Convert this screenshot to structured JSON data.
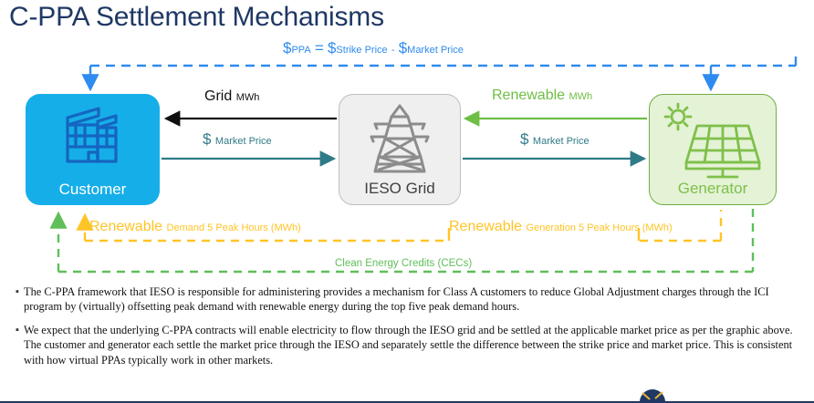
{
  "slide": {
    "title": "C-PPA Settlement Mechanisms",
    "formula": {
      "d1": "$",
      "s1": "PPA",
      "eq": "=",
      "d2": "$",
      "s2": "Strike Price",
      "minus": "-",
      "d3": "$",
      "s3": "Market Price"
    }
  },
  "nodes": {
    "customer": {
      "label": "Customer",
      "icon": "building-icon",
      "color": "#16AEE8"
    },
    "grid": {
      "label": "IESO Grid",
      "icon": "transmission-tower-icon",
      "color": "#EFEFEF"
    },
    "generator": {
      "label": "Generator",
      "icon": "solar-panel-icon",
      "color": "#E4F2D6"
    }
  },
  "edges": {
    "grid_mwh": {
      "main": "Grid",
      "sub": "MWh",
      "color": "#101010"
    },
    "market_price_left": {
      "dollar": "$",
      "sub": "Market Price",
      "color": "#2F7A87"
    },
    "renewable_mwh": {
      "main": "Renewable",
      "sub": "MWh",
      "color": "#6FBE44"
    },
    "market_price_right": {
      "dollar": "$",
      "sub": "Market Price",
      "color": "#2F7A87"
    },
    "renewable_demand": {
      "main": "Renewable",
      "sub": "Demand 5 Peak Hours (MWh)",
      "color": "#FFC426"
    },
    "renewable_generation": {
      "main": "Renewable",
      "sub": "Generation 5 Peak Hours (MWh)",
      "color": "#FFC426"
    },
    "cec": {
      "text": "Clean Energy Credits (CECs)",
      "color": "#5FBF5A"
    }
  },
  "bullets": [
    {
      "marker": "▪",
      "text": "The C-PPA framework that IESO is responsible for administering provides a mechanism for Class A customers to reduce Global Adjustment charges through the ICI program by (virtually) offsetting peak demand with renewable energy during the top five peak demand hours."
    },
    {
      "marker": "▪",
      "text": "We expect that the underlying C-PPA contracts will enable electricity to flow through the IESO grid and be settled at the applicable market price as per the graphic above. The customer and generator each settle the market price through the IESO and separately settle the difference between the strike price and market price. This is consistent with how virtual PPAs typically work in other markets."
    }
  ],
  "colors": {
    "title": "#1F3864",
    "formula": "#2E8BEF",
    "dashed_blue": "#2E8BEF",
    "dashed_gold": "#FFC426",
    "dashed_green": "#5FBF5A",
    "solid_teal": "#2F7A87",
    "solid_green": "#6FBE44",
    "solid_black": "#101010"
  }
}
